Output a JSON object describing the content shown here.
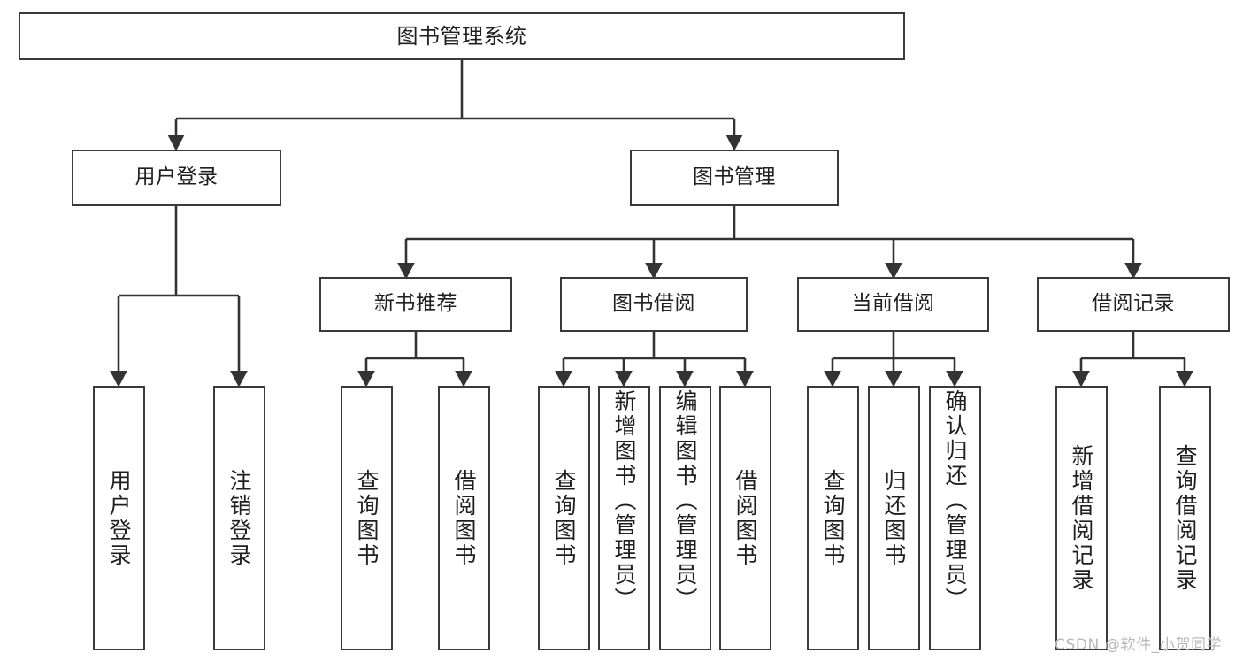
{
  "diagram": {
    "title": "图书管理系统",
    "type": "tree-hierarchy-diagram",
    "watermark": "CSDN @软件_小贺同学",
    "colors": {
      "box_border": "#3a3a3a",
      "box_fill": "#ffffff",
      "edge": "#333333",
      "text": "#1f1f1f",
      "watermark": "#b9b9b9",
      "background": "#ffffff"
    },
    "root": {
      "label": "图书管理系统"
    },
    "level2": [
      {
        "label": "用户登录"
      },
      {
        "label": "图书管理"
      }
    ],
    "level3": [
      {
        "label": "新书推荐"
      },
      {
        "label": "图书借阅"
      },
      {
        "label": "当前借阅"
      },
      {
        "label": "借阅记录"
      }
    ],
    "leaves": {
      "user_login": [
        {
          "label": "用户登录"
        },
        {
          "label": "注销登录"
        }
      ],
      "new_book_recommend": [
        {
          "label": "查询图书"
        },
        {
          "label": "借阅图书"
        }
      ],
      "book_borrow": [
        {
          "label": "查询图书"
        },
        {
          "label": "新增图书（管理员）"
        },
        {
          "label": "编辑图书（管理员）"
        },
        {
          "label": "借阅图书"
        }
      ],
      "current_borrow": [
        {
          "label": "查询图书"
        },
        {
          "label": "归还图书"
        },
        {
          "label": "确认归还（管理员）"
        }
      ],
      "borrow_record": [
        {
          "label": "新增借阅记录"
        },
        {
          "label": "查询借阅记录"
        }
      ]
    }
  }
}
